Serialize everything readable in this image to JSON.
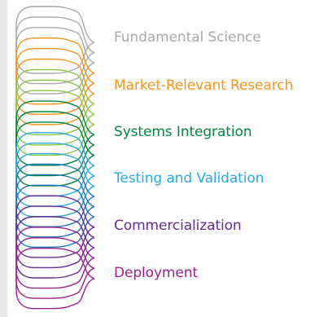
{
  "diagram": {
    "stages": [
      {
        "label": "Fundamental Science",
        "color": "#a7a9ac"
      },
      {
        "label": "Market-Relevant Research",
        "color": "#f7941d"
      },
      {
        "label": "Systems Integration",
        "color": "#00853f"
      },
      {
        "label": "Testing and Validation",
        "color": "#27aae1"
      },
      {
        "label": "Commercialization",
        "color": "#662d91"
      },
      {
        "label": "Deployment",
        "color": "#9e1f8e"
      }
    ],
    "loop_colors": [
      "#a7a9ac",
      "#a7a9ac",
      "#a7a9ac",
      "#f7941d",
      "#f7941d",
      "#f7941d",
      "#8dc63f",
      "#8dc63f",
      "#8dc63f",
      "#00853f",
      "#00853f",
      "#00853f",
      "#27aae1",
      "#27aae1",
      "#27aae1",
      "#1b75bc",
      "#1b75bc",
      "#1b75bc",
      "#662d91",
      "#662d91",
      "#662d91",
      "#9e1f8e",
      "#9e1f8e",
      "#9e1f8e"
    ]
  }
}
